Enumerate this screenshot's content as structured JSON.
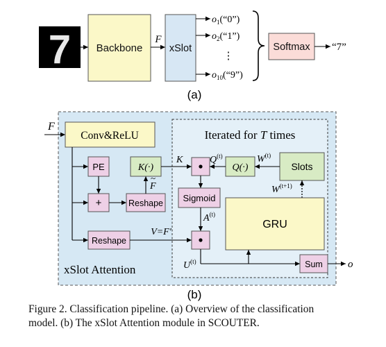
{
  "panel_a": {
    "backbone": "Backbone",
    "F": "F",
    "xslot": "xSlot",
    "o_sym": "o",
    "outputs": [
      {
        "sub": "1",
        "label": "(“0”)"
      },
      {
        "sub": "2",
        "label": "(“1”)"
      },
      {
        "sub": "10",
        "label": "(“9”)"
      }
    ],
    "vdots": "⋮",
    "softmax": "Softmax",
    "result": "“7”",
    "digit": "7",
    "tag": "(a)"
  },
  "panel_b": {
    "F_in": "F",
    "conv": "Conv&ReLU",
    "iterated_prefix": "Iterated for",
    "iterated_T": "T",
    "iterated_suffix": "times",
    "pe": "PE",
    "plus": "+",
    "reshape_upper": "Reshape",
    "reshape_lower": "Reshape",
    "K_func": "K(·)",
    "K_label": "K",
    "F_tilde": "F",
    "tilde": "~",
    "Q_func": "Q(·)",
    "Q_label": "Q",
    "sup_t": "(t)",
    "W_label": "W",
    "W_next_label": "W",
    "sup_t1": "(t+1)",
    "slots": "Slots",
    "sigmoid": "Sigmoid",
    "A_label": "A",
    "gru": "GRU",
    "V_label": "V=F′",
    "U_label": "U",
    "sum": "Sum",
    "o_out": "o",
    "title": "xSlot Attention",
    "tag": "(b)"
  },
  "caption": {
    "line1": "Figure 2. Classification pipeline. (a) Overview of the classification",
    "line2": "model. (b) The xSlot Attention module in SCOUTER."
  },
  "colors": {
    "backbone_fill": "#fbf8c8",
    "xslot_fill": "#d7e7f4",
    "softmax_fill": "#fbdcd8",
    "module_bg": "#d6e8f4",
    "inner_bg": "#e4f0f8",
    "pink": "#eed0e6",
    "green": "#d8ebc4",
    "yellow": "#fbf8c8"
  }
}
